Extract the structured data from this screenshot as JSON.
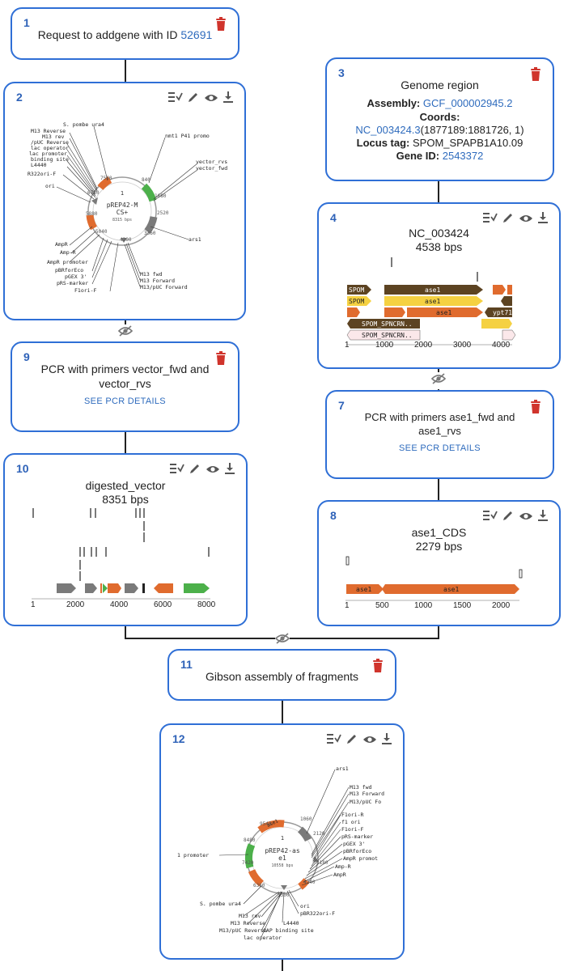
{
  "colors": {
    "accent": "#2f6fd6",
    "trash": "#d0342c",
    "orange": "#e06b2e",
    "green": "#4cb04a",
    "grey": "#7a7a7a",
    "brown": "#5c4322",
    "yellow": "#f5d142"
  },
  "nodes": {
    "n1": {
      "num": "1",
      "text": "Request to addgene with ID ",
      "id_link": "52691"
    },
    "n2": {
      "num": "2",
      "plasmid_name_1": "pREP42-M",
      "plasmid_name_2": "CS+",
      "plasmid_size": "8315 bps",
      "features": [
        "S. pombe ura4",
        "M13 Reverse",
        "M13 rev",
        "/pUC Reverse",
        "lac operator",
        "lac promoter",
        "binding site",
        "L4440",
        "R322ori-F",
        "ori",
        "nmt1 P41 promo",
        "vector_rvs",
        "vector_fwd",
        "ars1",
        "AmpR",
        "Amp-R",
        "AmpR promoter",
        "pBRforEco",
        "pGEX 3'",
        "pRS-marker",
        "F1ori-F",
        "M13 fwd",
        "M13 Forward",
        "M13/pUC Forward"
      ],
      "ticks": [
        "1",
        "840",
        "7560",
        "6720",
        "1680",
        "2520",
        "5880",
        "3360",
        "5040",
        "4200"
      ]
    },
    "n3": {
      "num": "3",
      "title": "Genome region",
      "assembly_label": "Assembly:",
      "assembly_value": "GCF_000002945.2",
      "coords_label": "Coords:",
      "coords_link": "NC_003424.3",
      "coords_rest": "(1877189:1881726, 1)",
      "locus_label": "Locus tag:",
      "locus_value": "SPOM_SPAPB1A10.09",
      "gene_label": "Gene ID:",
      "gene_value": "2543372"
    },
    "n4": {
      "num": "4",
      "name": "NC_003424",
      "size": "4538 bps",
      "axis": [
        "1",
        "1000",
        "2000",
        "3000",
        "4000"
      ],
      "labels": [
        "SPOM",
        "SPOM",
        "ase1",
        "ase1",
        "ase1",
        "ypt71",
        "SPOM_SPNCRN..",
        "SPOM_SPNCRN.."
      ]
    },
    "n7": {
      "num": "7",
      "title_1": "PCR with primers ase1_fwd and",
      "title_2": "ase1_rvs",
      "link": "SEE PCR DETAILS"
    },
    "n8": {
      "num": "8",
      "name": "ase1_CDS",
      "size": "2279 bps",
      "axis": [
        "1",
        "500",
        "1000",
        "1500",
        "2000"
      ],
      "labels": [
        "ase1",
        "ase1"
      ]
    },
    "n9": {
      "num": "9",
      "title_1": "PCR with primers vector_fwd and",
      "title_2": "vector_rvs",
      "link": "SEE PCR DETAILS"
    },
    "n10": {
      "num": "10",
      "name": "digested_vector",
      "size": "8351 bps",
      "axis": [
        "1",
        "2000",
        "4000",
        "6000",
        "8000"
      ]
    },
    "n11": {
      "num": "11",
      "text": "Gibson assembly of fragments"
    },
    "n12": {
      "num": "12",
      "plasmid_name_1": "pREP42-as",
      "plasmid_name_2": "e1",
      "plasmid_size": "10558 bps",
      "features": [
        "ars1",
        "M13 fwd",
        "M13 Forward",
        "M13/pUC Fo",
        "F1ori-R",
        "f1 ori",
        "F1ori-F",
        "pRS-marker",
        "pGEX 3'",
        "pBRforEco",
        "AmpR promot",
        "Amp-R",
        "AmpR",
        "ori",
        "pBR322ori-F",
        "L4440",
        "CAP binding site",
        "lac operator",
        "M13/pUC Reverse",
        "M13 Reverse",
        "M13 rev",
        "S. pombe ura4",
        "1 promoter"
      ],
      "ticks": [
        "1",
        "1060",
        "2120",
        "3180",
        "4240",
        "5300",
        "6360",
        "7420",
        "8480",
        "9540"
      ],
      "arc_label": "ase1"
    }
  }
}
